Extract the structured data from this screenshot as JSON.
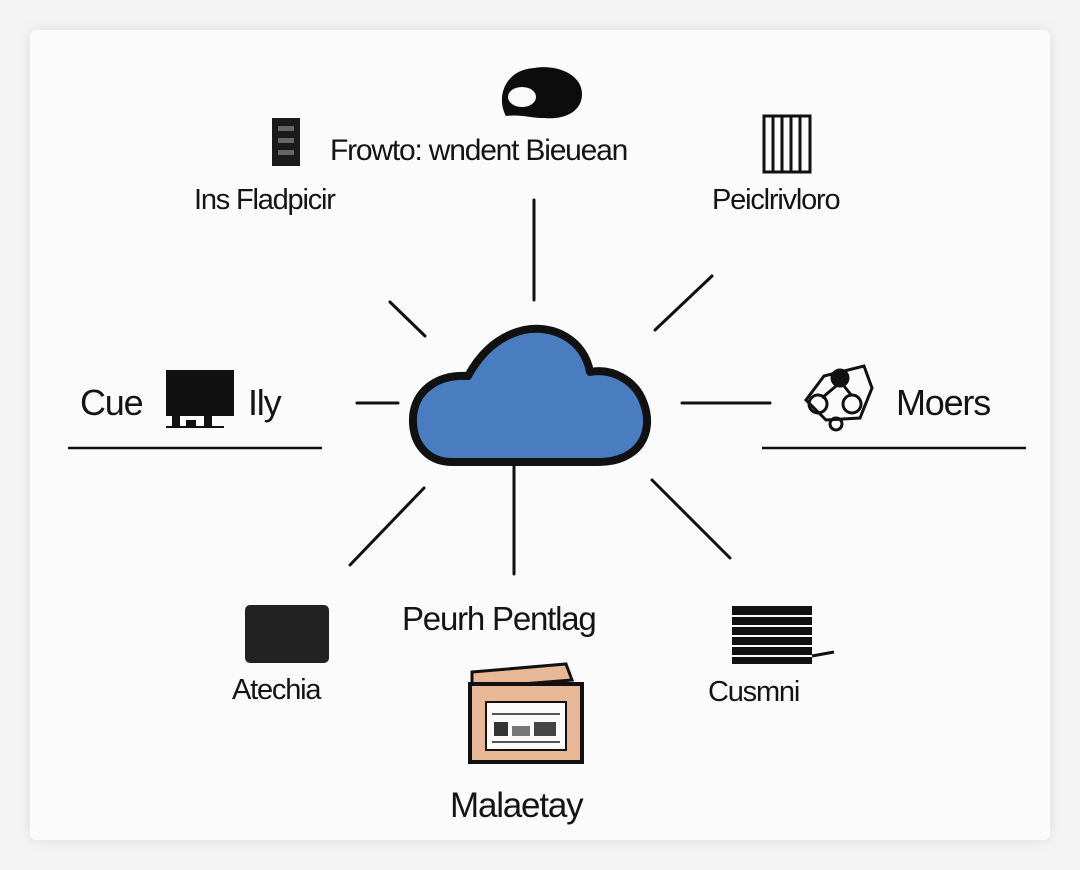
{
  "diagram": {
    "hub": {
      "name": "cloud-icon",
      "fill": "#4a7dc0",
      "stroke": "#111111"
    },
    "labels": {
      "top": "Frowto: wndent Bieuean",
      "top_left": "Ins Fladpicir",
      "top_right": "Peiclrivloro",
      "left_a": "Cue",
      "left_b": "Ily",
      "right": "Moers",
      "bottom": "Peurh Pentlag",
      "bottom_left": "Atechia",
      "bottom_right": "Cusmni",
      "base": "Malaetay"
    },
    "icons": [
      "chat-bubble-icon",
      "server-rack-icon",
      "vent-panel-icon",
      "monitor-icon",
      "gear-network-icon",
      "black-box-icon",
      "stacked-sheets-icon",
      "folder-box-icon"
    ],
    "colors": {
      "ink": "#111111",
      "folder": "#e8b896"
    }
  }
}
